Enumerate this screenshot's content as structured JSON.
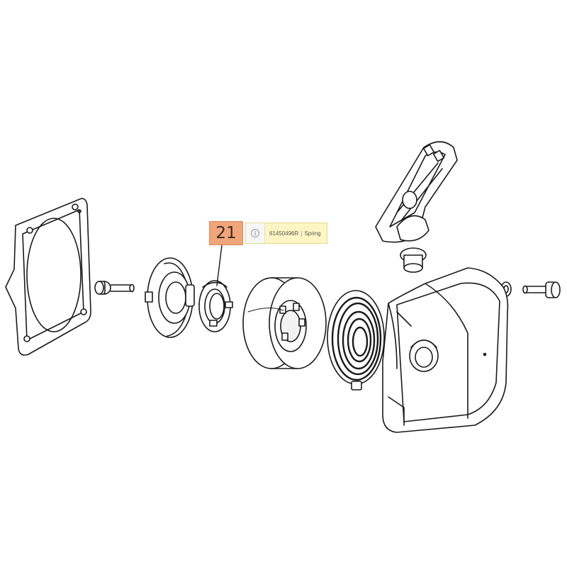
{
  "callout": {
    "number": "21",
    "part_number": "61450496R",
    "separator": "|",
    "part_name": "Spring",
    "number_color": "#f0a57a",
    "info_bg": "#fdf6c4"
  },
  "icons": {
    "info": "info-icon"
  }
}
